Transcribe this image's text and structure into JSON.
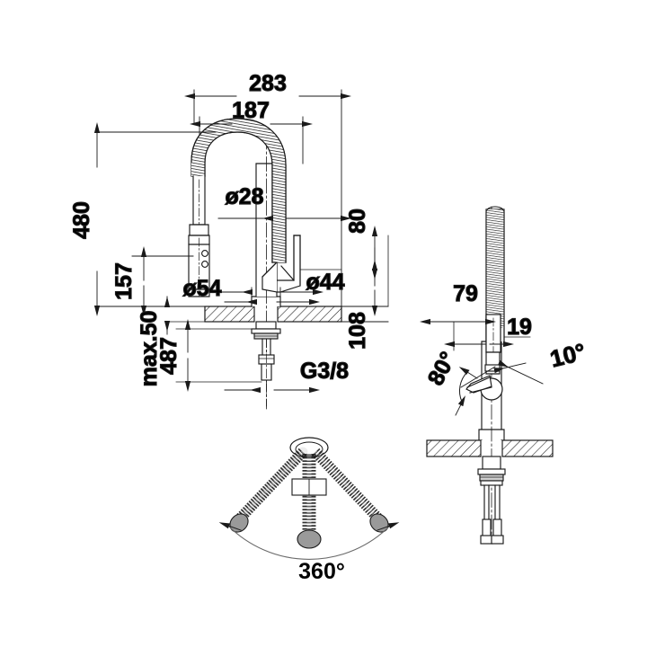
{
  "drawing": {
    "title": "Kitchen mixer tap dimensional drawing",
    "background_color": "#ffffff",
    "line_color": "#1a1a1a",
    "text_color": "#000000",
    "views": [
      {
        "name": "front-elevation",
        "label": ""
      },
      {
        "name": "side-elevation",
        "label": ""
      },
      {
        "name": "plan-swivel",
        "label": ""
      }
    ]
  },
  "dimensions": {
    "front": {
      "overall_reach": "283",
      "inner_reach": "187",
      "overall_height": "480",
      "spout_height": "157",
      "hose_diameter": "ø28",
      "base_diameter": "ø54",
      "body_diameter": "ø44",
      "counter_thickness": "max.50",
      "below_counter": "487",
      "thread": "G3/8",
      "handle_clearance": "80",
      "handle_height": "108"
    },
    "side": {
      "offset_left": "79",
      "offset_right": "19",
      "handle_open_angle": "80°",
      "handle_tilt_angle": "10°"
    },
    "plan": {
      "swivel_range": "360°"
    }
  }
}
